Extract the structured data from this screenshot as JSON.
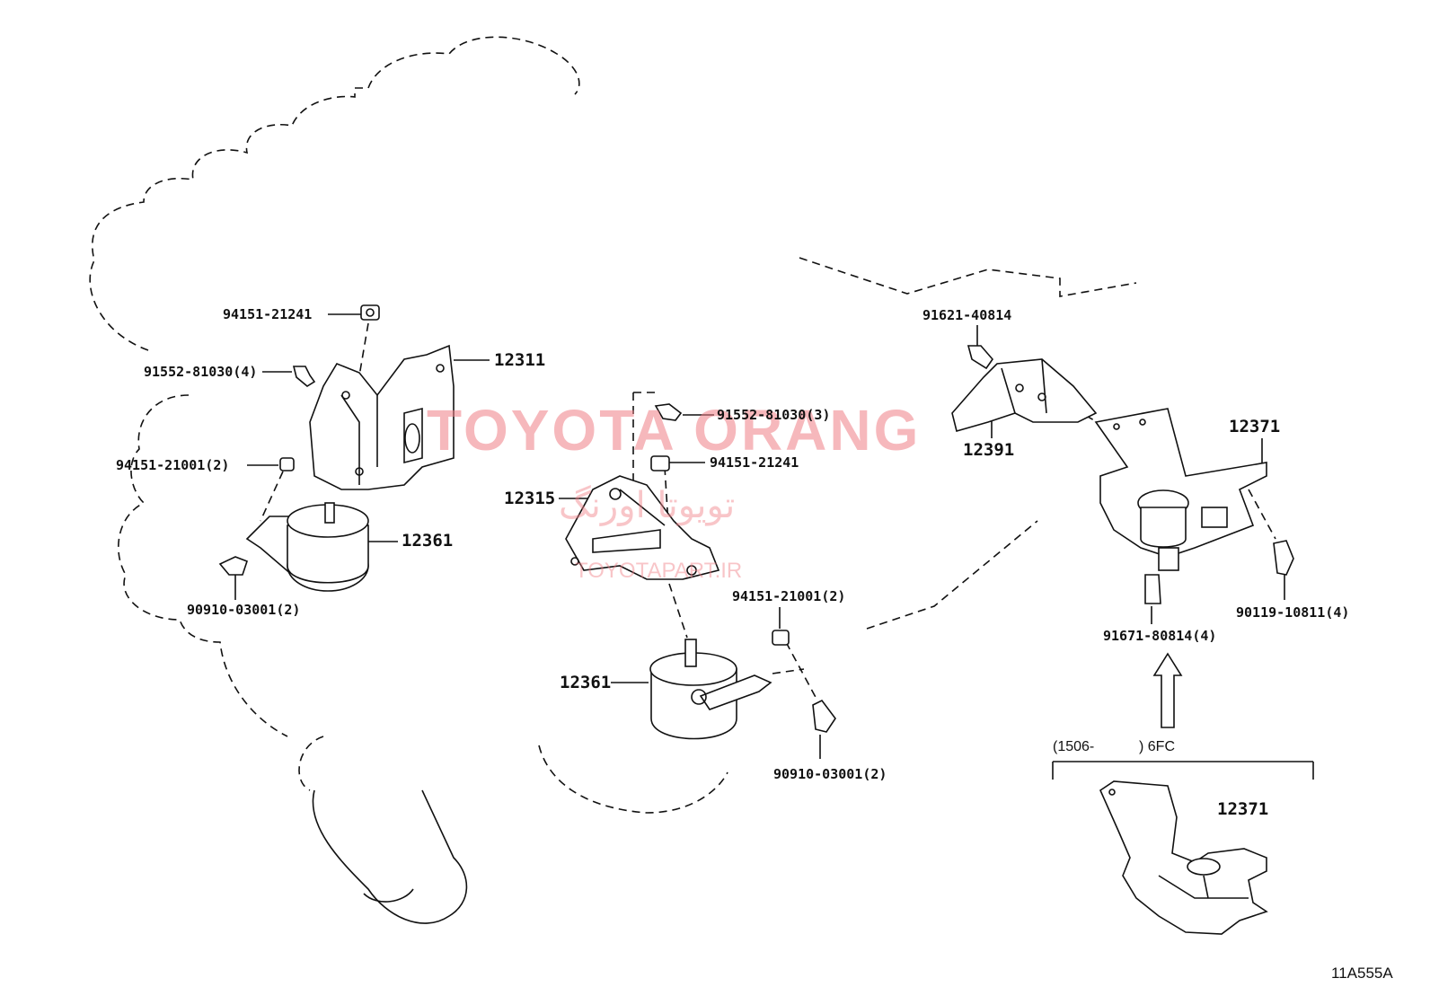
{
  "diagram_code": "11A555A",
  "watermark": {
    "brand": "TOYOTA ORANG",
    "persian": "تویوتا اورنگ",
    "site": "TOYOTAPART.IR"
  },
  "range_label": {
    "start": "(1506-",
    "end": ") 6FC"
  },
  "parts": {
    "p12311": "12311",
    "p12315": "12315",
    "p12361_left": "12361",
    "p12361_center": "12361",
    "p12391": "12391",
    "p12371_top": "12371",
    "p12371_bottom": "12371"
  },
  "fasteners": {
    "f94151_21241_left": "94151-21241",
    "f91552_81030_left": "91552-81030(4)",
    "f94151_21001_left": "94151-21001(2)",
    "f90910_03001_left": "90910-03001(2)",
    "f91552_81030_center": "91552-81030(3)",
    "f94151_21241_center": "94151-21241",
    "f94151_21001_center": "94151-21001(2)",
    "f90910_03001_center": "90910-03001(2)",
    "f91621_40814": "91621-40814",
    "f91671_80814": "91671-80814(4)",
    "f90119_10811": "90119-10811(4)"
  }
}
